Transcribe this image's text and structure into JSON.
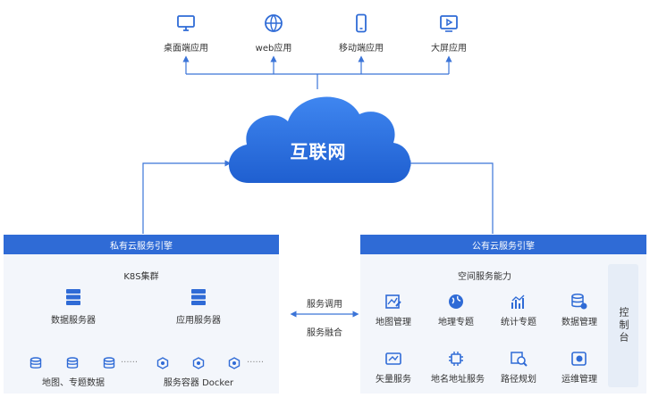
{
  "top_apps": [
    {
      "label": "桌面端应用",
      "icon": "monitor-icon"
    },
    {
      "label": "web应用",
      "icon": "globe-icon"
    },
    {
      "label": "移动端应用",
      "icon": "mobile-icon"
    },
    {
      "label": "大屏应用",
      "icon": "play-screen-icon"
    }
  ],
  "cloud": {
    "label": "互联网"
  },
  "private_engine": {
    "header": "私有云服务引擎",
    "cluster_title": "K8S集群",
    "data_server": "数据服务器",
    "app_server": "应用服务器",
    "data_caption": "地图、专题数据",
    "container_caption": "服务容器 Docker",
    "ellipsis": "......"
  },
  "middle": {
    "call": "服务调用",
    "fusion": "服务融合"
  },
  "public_engine": {
    "header": "公有云服务引擎",
    "title": "空间服务能力",
    "console": "控制台",
    "services": [
      {
        "label": "地图管理",
        "icon": "map-edit-icon"
      },
      {
        "label": "地理专题",
        "icon": "earth-icon"
      },
      {
        "label": "统计专题",
        "icon": "chart-icon"
      },
      {
        "label": "数据管理",
        "icon": "database-gear-icon"
      },
      {
        "label": "矢量服务",
        "icon": "vector-icon"
      },
      {
        "label": "地名地址服务",
        "icon": "chip-icon"
      },
      {
        "label": "路径规划",
        "icon": "route-search-icon"
      },
      {
        "label": "运维管理",
        "icon": "ops-icon"
      }
    ]
  },
  "colors": {
    "accent": "#2f6bd6",
    "panel": "#f3f6fb",
    "line": "#3b74d8"
  }
}
